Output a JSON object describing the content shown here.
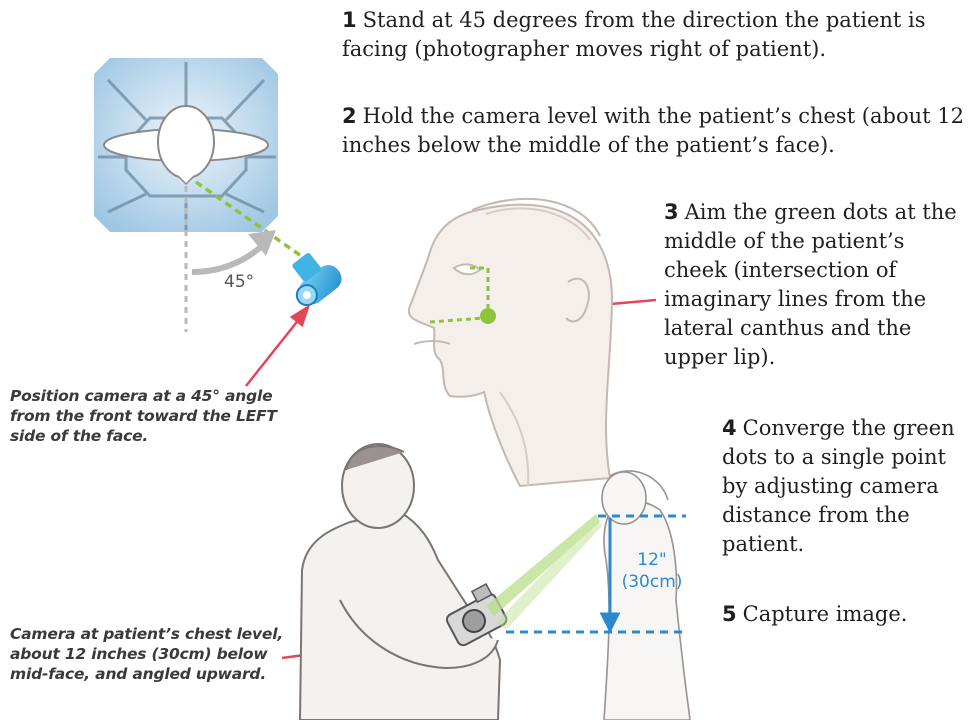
{
  "steps": [
    {
      "num": "1",
      "text": "Stand at 45 degrees from the direction the patient is facing (photographer moves right of patient)."
    },
    {
      "num": "2",
      "text": "Hold the camera level with the patient’s chest (about 12 inches below the middle of the patient’s face)."
    },
    {
      "num": "3",
      "text": "Aim the green dots at the middle of the patient’s cheek (intersection of imaginary lines from the lateral canthus and the upper lip)."
    },
    {
      "num": "4",
      "text": "Converge the green dots to a single point by adjusting camera distance from the patient."
    },
    {
      "num": "5",
      "text": "Capture image."
    }
  ],
  "captions": {
    "camera_angle": "Position camera at a 45° angle from the front toward the LEFT side of the face.",
    "camera_level": "Camera at patient’s chest level, about 12 inches (30cm) below mid-face, and angled upward."
  },
  "labels": {
    "angle": "45°",
    "height_in": "12\"",
    "height_cm": "(30cm)"
  },
  "colors": {
    "green": "#8cc43c",
    "blue_measure": "#2a8ad0",
    "red_arrow": "#e0475a",
    "overhead_bg": "#a6cbe6",
    "camera_blue": "#29a3dc"
  }
}
